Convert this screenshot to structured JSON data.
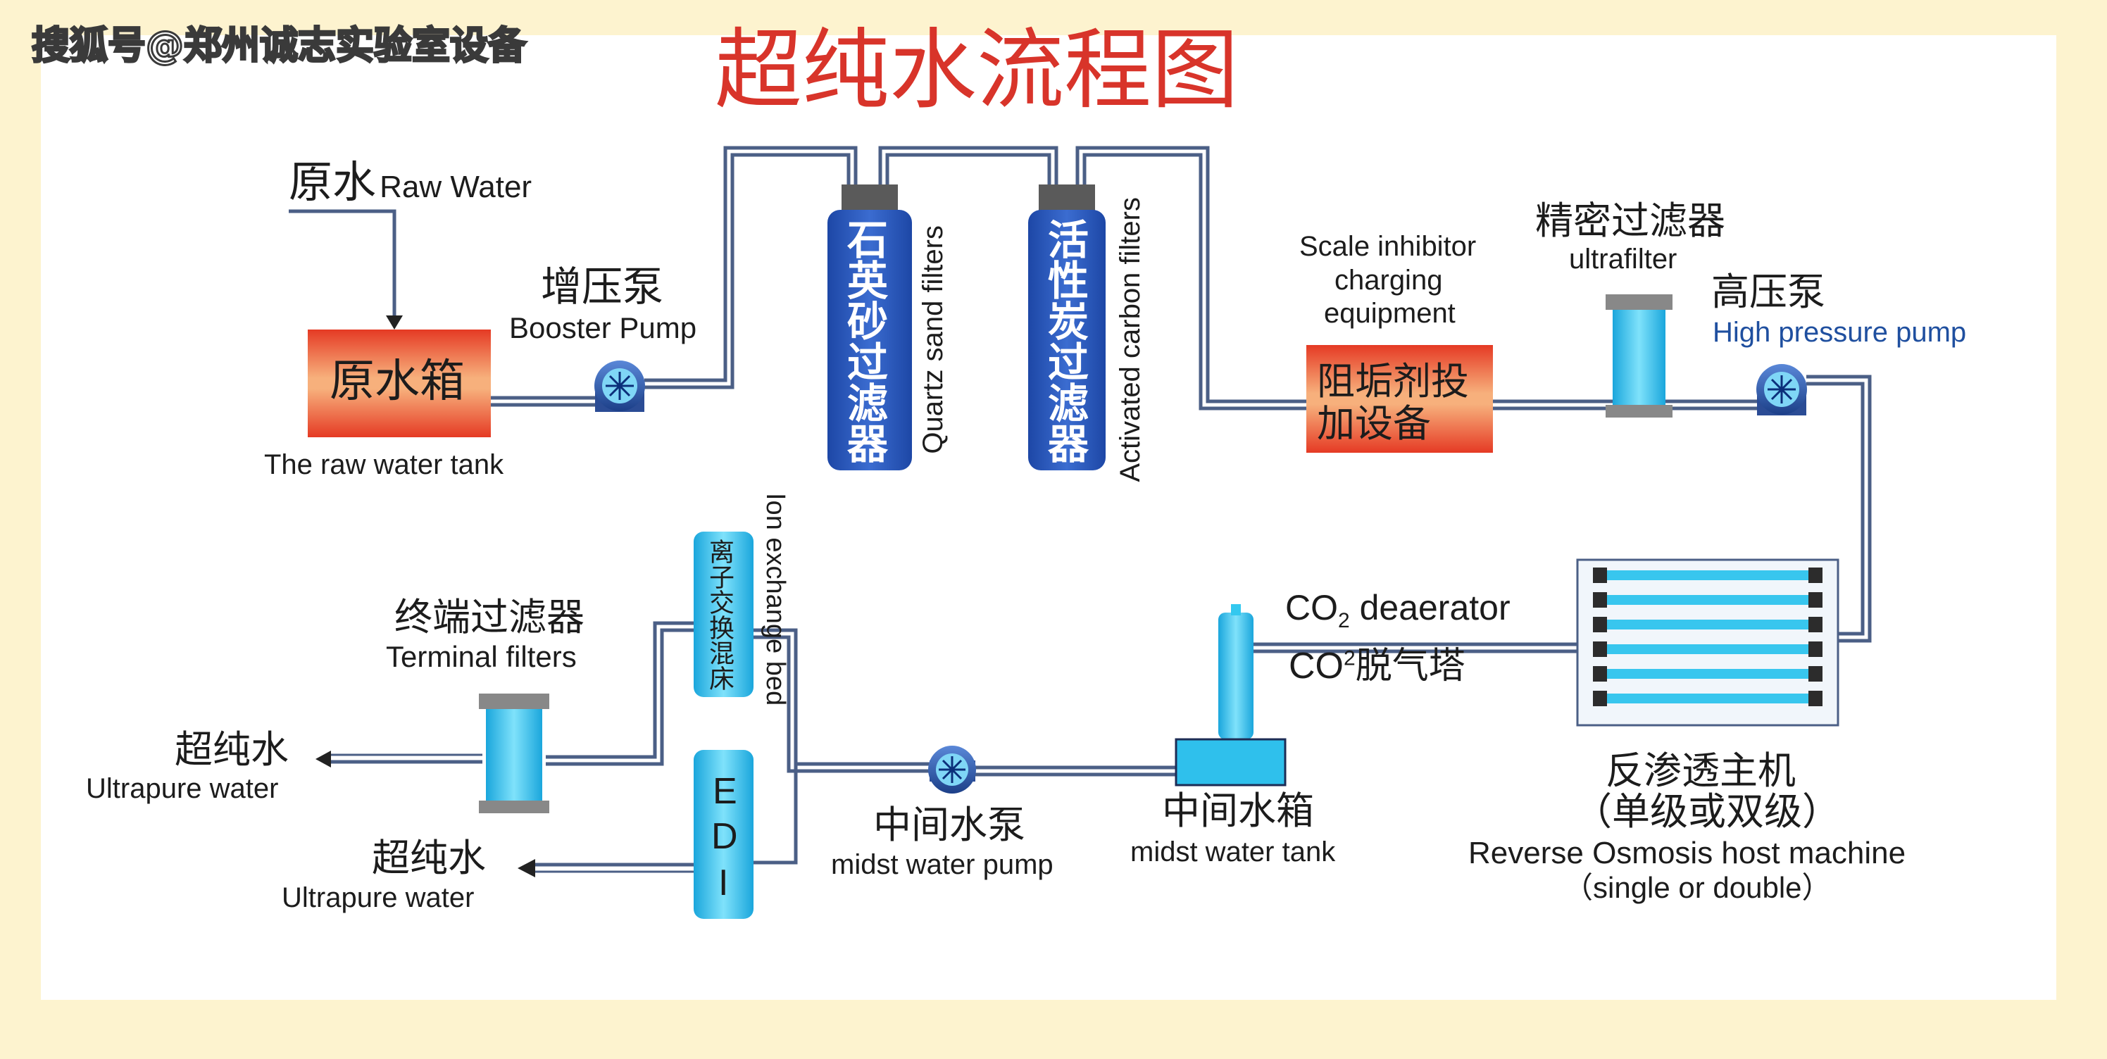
{
  "watermark": "搜狐号@郑州诚志实验室设备",
  "title": "超纯水流程图",
  "colors": {
    "title": "#d8342a",
    "pipe": "#4b5f86",
    "column": "#2b57b3",
    "cyan": "#33c8ef",
    "tank_red": "#e64a2c",
    "tank_orange": "#f7ae74",
    "frame": "#fdf3cf"
  },
  "nodes": {
    "raw_water": {
      "zh": "原水",
      "en": "Raw Water"
    },
    "raw_tank": {
      "zh": "原水箱",
      "en": "The raw water tank"
    },
    "booster_pump": {
      "zh": "增压泵",
      "en": "Booster Pump"
    },
    "quartz_filter": {
      "zh": "石英砂过滤器",
      "en": "Quartz sand filters"
    },
    "carbon_filter": {
      "zh": "活性炭过滤器",
      "en": "Activated carbon filters"
    },
    "scale_inhibitor": {
      "en_line1": "Scale inhibitor",
      "en_line2": "charging",
      "en_line3": "equipment",
      "zh_line1": "阻垢剂投",
      "zh_line2": "加设备"
    },
    "ultrafilter": {
      "zh": "精密过滤器",
      "en": "ultrafilter"
    },
    "high_pressure_pump": {
      "zh": "高压泵",
      "en": "High pressure pump"
    },
    "ro_host": {
      "zh_line1": "反渗透主机",
      "zh_line2": "（单级或双级）",
      "en_line1": "Reverse Osmosis host machine",
      "en_line2": "（single or double）"
    },
    "co2_deaerator": {
      "en_prefix": "CO",
      "en_sub": "2",
      "en_suffix": " deaerator",
      "zh_prefix": "CO",
      "zh_sup": "2",
      "zh_suffix": "脱气塔"
    },
    "midst_tank": {
      "zh": "中间水箱",
      "en": "midst water tank"
    },
    "midst_pump": {
      "zh": "中间水泵",
      "en": "midst water pump"
    },
    "ion_exchange": {
      "zh": "离子交换混床",
      "en": "Ion exchange bed"
    },
    "edi": {
      "letters": [
        "E",
        "D",
        "I"
      ]
    },
    "terminal_filter": {
      "zh": "终端过滤器",
      "en": "Terminal filters"
    },
    "ultrapure_1": {
      "zh": "超纯水",
      "en": "Ultrapure water"
    },
    "ultrapure_2": {
      "zh": "超纯水",
      "en": "Ultrapure water"
    }
  }
}
